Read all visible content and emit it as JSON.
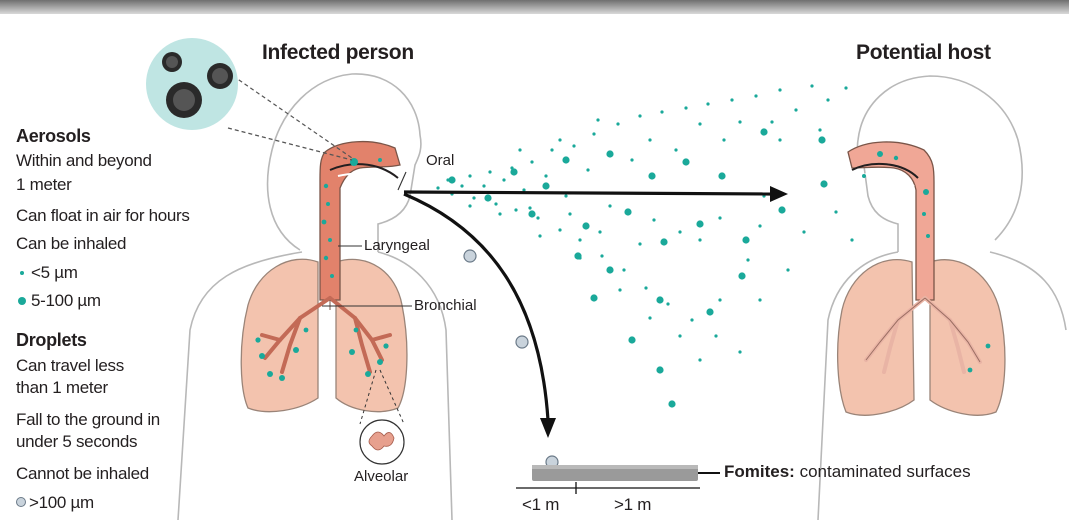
{
  "titles": {
    "infected": "Infected person",
    "host": "Potential host"
  },
  "legend": {
    "aerosols_heading": "Aerosols",
    "aerosols_lines": [
      "Within and beyond",
      "1 meter",
      "Can float in air for hours",
      "Can be inhaled"
    ],
    "aerosol_small": "<5 µm",
    "aerosol_large": "5-100 µm",
    "droplets_heading": "Droplets",
    "droplets_lines": [
      "Can travel less",
      "than 1 meter",
      "Fall to the ground in",
      "under 5 seconds",
      "Cannot be inhaled"
    ],
    "droplet_size": ">100 µm"
  },
  "anatomy": {
    "oral": "Oral",
    "laryngeal": "Laryngeal",
    "bronchial": "Bronchial",
    "alveolar": "Alveolar"
  },
  "ground": {
    "fomites_label": "Fomites:",
    "fomites_text": " contaminated surfaces",
    "near": "<1 m",
    "far": ">1 m"
  },
  "colors": {
    "aerosol": "#1aa99a",
    "lung": "#f3c3ae",
    "airway": "#e2826b",
    "droplet": "#c9d3dc",
    "body_outline": "#b8b8b8"
  }
}
